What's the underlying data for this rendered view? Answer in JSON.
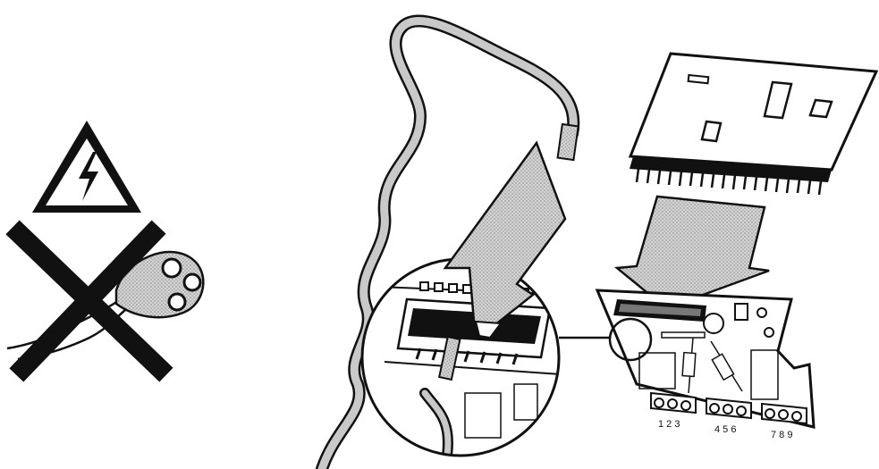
{
  "figure": {
    "warning_icon": "high-voltage-warning-icon",
    "prohibition_icon": "unplug-power-cross-icon",
    "terminal_blocks": [
      {
        "label": "1 2 3"
      },
      {
        "label": "4 5 6"
      },
      {
        "label": "7 8 9"
      }
    ],
    "colors": {
      "ink": "#111111",
      "shading": "#bdbdbd",
      "paper": "#ffffff"
    }
  }
}
